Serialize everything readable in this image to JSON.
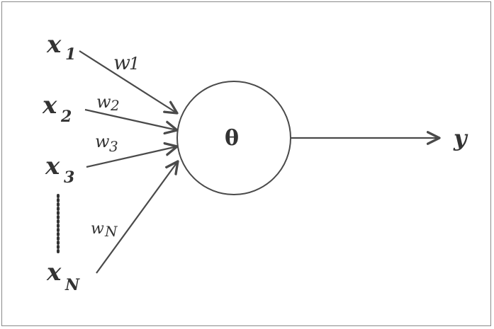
{
  "inputs": [
    {
      "base": "x",
      "sub": "1"
    },
    {
      "base": "x",
      "sub": "2"
    },
    {
      "base": "x",
      "sub": "3"
    },
    {
      "base": "x",
      "sub": "N"
    }
  ],
  "weights": [
    {
      "base": "w",
      "sub": "1"
    },
    {
      "base": "w",
      "sub": "2"
    },
    {
      "base": "w",
      "sub": "3"
    },
    {
      "base": "w",
      "sub": "N"
    }
  ],
  "neuron": {
    "label": "θ"
  },
  "output": {
    "label": "y"
  },
  "colors": {
    "stroke": "#4a4a4a",
    "text": "#333333",
    "frame": "#8a8a8a"
  }
}
